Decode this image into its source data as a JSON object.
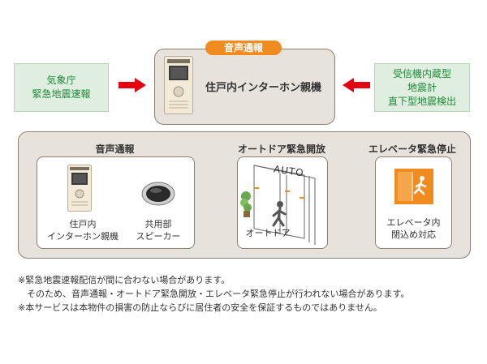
{
  "left_source": {
    "line1": "気象庁",
    "line2": "緊急地震速報"
  },
  "right_source": {
    "line1": "受信機内蔵型",
    "line2": "地震計",
    "line3": "直下型地震検出"
  },
  "center": {
    "badge": "音声通報",
    "label": "住戸内インターホン親機"
  },
  "sections": {
    "voice": {
      "title": "音声通報",
      "intercom_line1": "住戸内",
      "intercom_line2": "インターホン親機",
      "speaker_line1": "共用部",
      "speaker_line2": "スピーカー"
    },
    "autodoor": {
      "title": "オートドア緊急開放",
      "door_sign": "AUTO",
      "caption": "オートドア"
    },
    "elevator": {
      "title": "エレベータ緊急停止",
      "caption_line1": "エレベータ内",
      "caption_line2": "閉込め対応"
    }
  },
  "notes": [
    "※緊急地震速報配信が間に合わない場合があります。",
    "そのため、音声通報・オートドア緊急開放・エレベータ緊急停止が行われない場合があります。",
    "※本サービスは本物件の損害の防止ならびに居住者の安全を保証するものではありません。"
  ],
  "colors": {
    "accent_orange": "#ef8b1f",
    "arrow_red": "#e60012",
    "source_green": "#1f8a3a",
    "panel_beige": "#e7e2db"
  }
}
